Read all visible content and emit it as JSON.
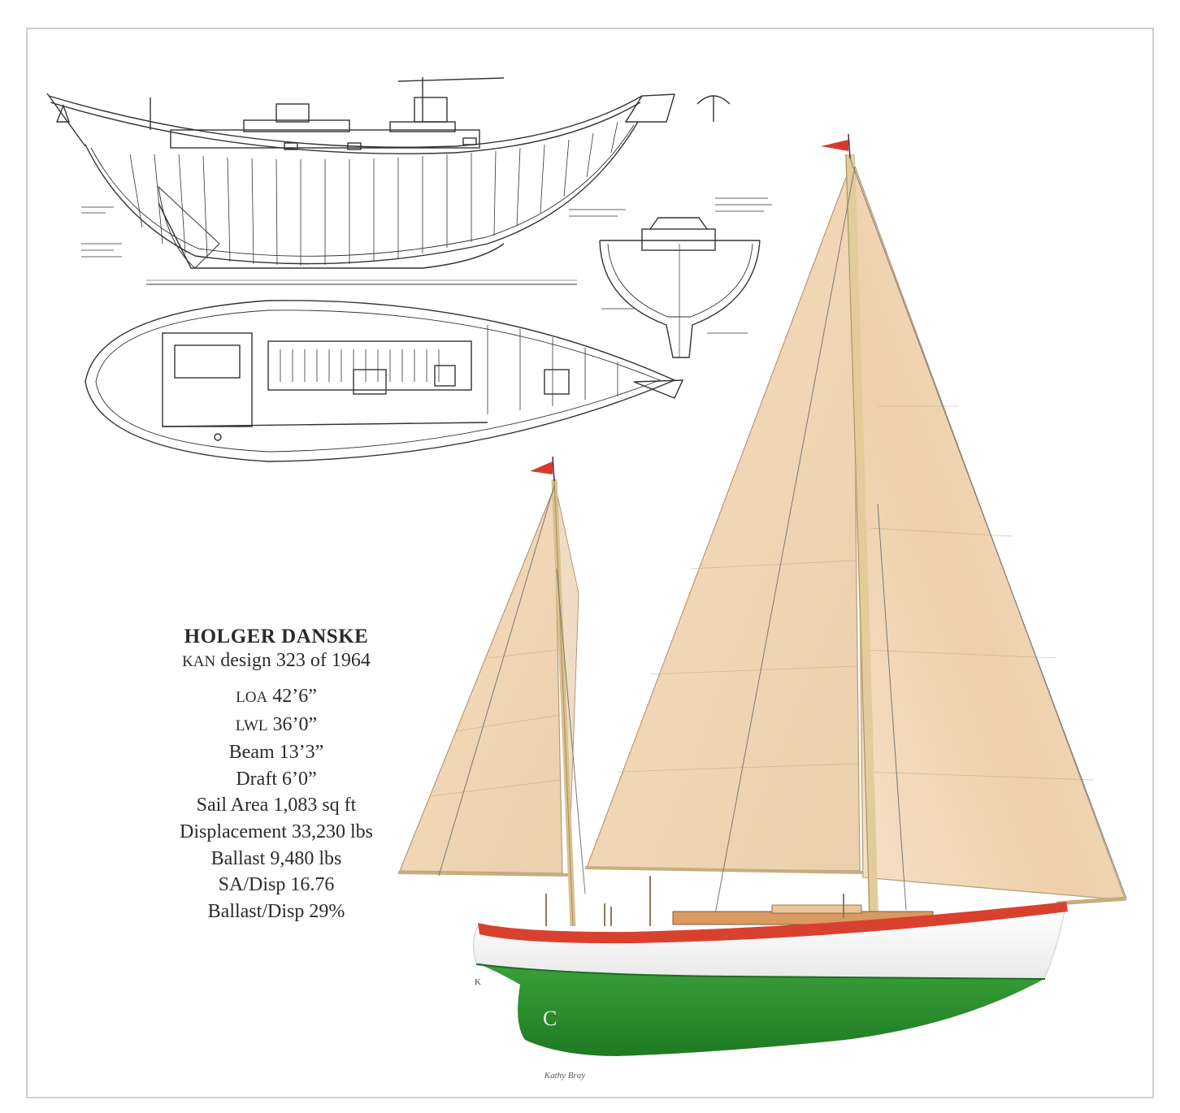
{
  "boat": {
    "name": "HOLGER DANSKE",
    "designer": "KAN",
    "design_line": "design 323 of 1964"
  },
  "specs": [
    {
      "label": "LOA",
      "value": "42’6”"
    },
    {
      "label": "LWL",
      "value": "36’0”"
    },
    {
      "label": "Beam",
      "value": "13’3”"
    },
    {
      "label": "Draft",
      "value": "6’0”"
    },
    {
      "label": "Sail Area",
      "value": "1,083 sq ft"
    },
    {
      "label": "Displacement",
      "value": "33,230 lbs"
    },
    {
      "label": "Ballast",
      "value": "9,480 lbs"
    },
    {
      "label": "SA/Disp",
      "value": "16.76"
    },
    {
      "label": "Ballast/Disp",
      "value": "29%"
    }
  ],
  "credit": "Kathy Bray",
  "colors": {
    "hull_bottom": "#2e8b2e",
    "hull_topsides": "#ffffff",
    "boot_stripe": "#d9412f",
    "sail": "#f3dcc0",
    "sail_shade": "#e8c39c",
    "mast": "#e2cc9a",
    "pennant": "#d63a2f",
    "plan_ink": "#333333"
  }
}
